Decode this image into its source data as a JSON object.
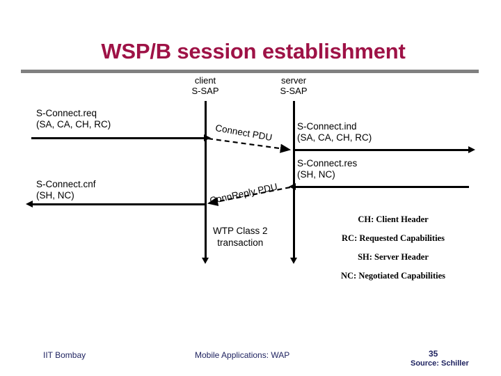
{
  "slide": {
    "title": "WSP/B session establishment",
    "title_color": "#9E1246",
    "rule_color": "#808080"
  },
  "diagram": {
    "client_head": "client\nS-SAP",
    "client_head_line1": "client",
    "client_head_line2": "S-SAP",
    "server_head_line1": "server",
    "server_head_line2": "S-SAP",
    "primitives": {
      "connect_req_line1": "S-Connect.req",
      "connect_req_line2": "(SA, CA, CH, RC)",
      "connect_cnf_line1": "S-Connect.cnf",
      "connect_cnf_line2": "(SH, NC)",
      "connect_ind_line1": "S-Connect.ind",
      "connect_ind_line2": "(SA, CA, CH, RC)",
      "connect_res_line1": "S-Connect.res",
      "connect_res_line2": "(SH, NC)"
    },
    "pdus": {
      "connect_pdu": "Connect PDU",
      "connreply_pdu": "ConnReply PDU"
    },
    "transaction_line1": "WTP Class 2",
    "transaction_line2": "transaction"
  },
  "legend": {
    "lines": [
      "CH: Client Header",
      "RC: Requested Capabilities",
      "SH: Server Header",
      "NC: Negotiated Capabilities"
    ]
  },
  "footer": {
    "left": "IIT Bombay",
    "center": "Mobile Applications: WAP",
    "page": "35",
    "source": "Source: Schiller",
    "color": "#1F2360"
  }
}
